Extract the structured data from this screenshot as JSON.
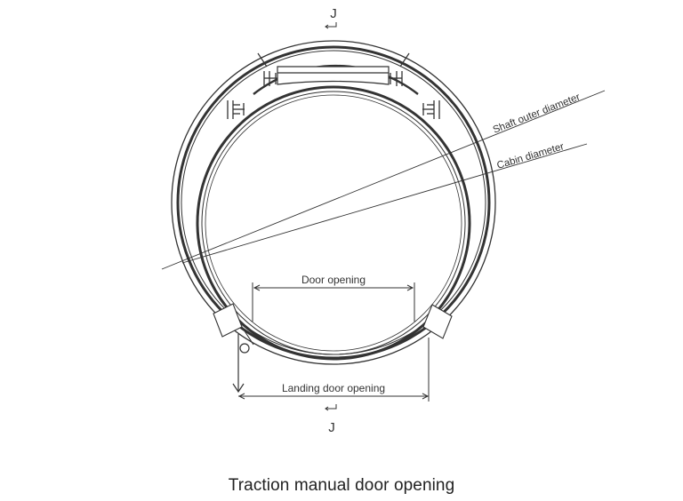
{
  "section_marks": {
    "top": "J",
    "bottom": "J"
  },
  "labels": {
    "shaft_outer_diameter": "Shaft outer diameter",
    "cabin_diameter": "Cabin diameter",
    "door_opening": "Door opening",
    "landing_door_opening": "Landing door opening"
  },
  "caption": "Traction manual door opening"
}
